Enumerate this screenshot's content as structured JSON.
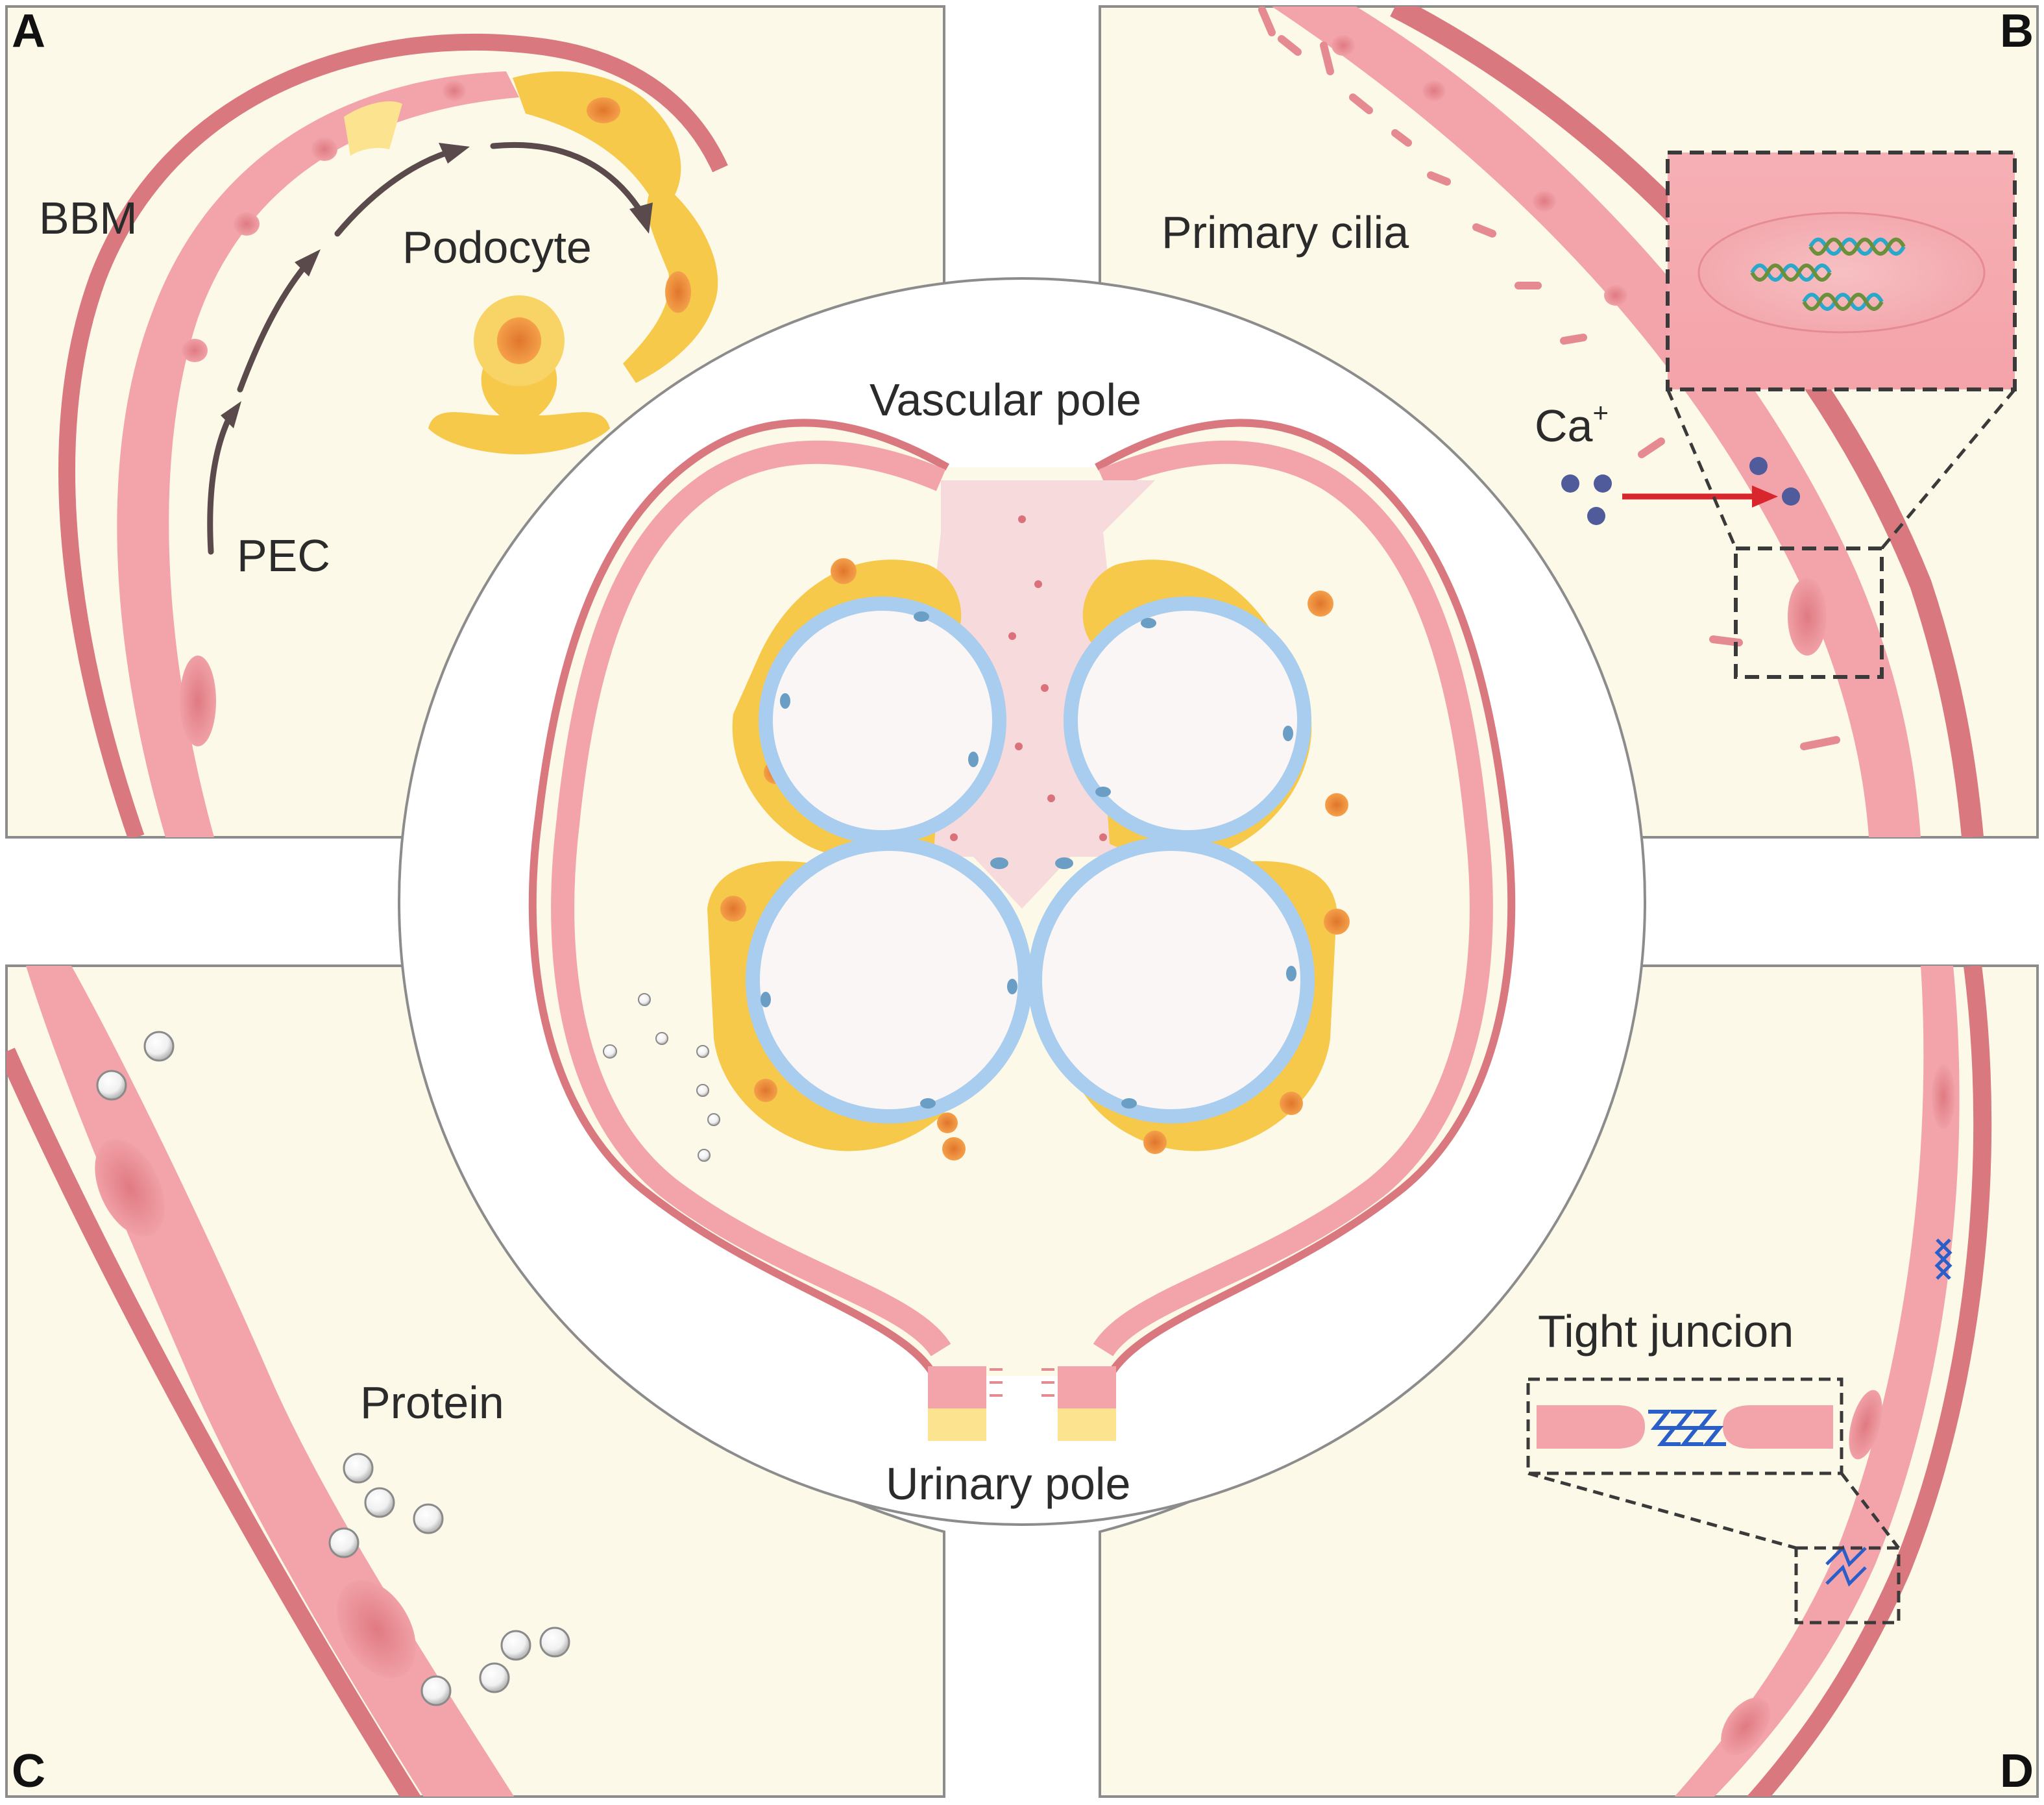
{
  "panels": {
    "a": {
      "letter": "A"
    },
    "b": {
      "letter": "B"
    },
    "c": {
      "letter": "C"
    },
    "d": {
      "letter": "D"
    }
  },
  "labels": {
    "bbm": "BBM",
    "podocyte": "Podocyte",
    "pec": "PEC",
    "primary_cilia": "Primary cilia",
    "calcium": "Ca",
    "calcium_superscript": "+",
    "vascular_pole": "Vascular pole",
    "urinary_pole": "Urinary pole",
    "protein": "Protein",
    "tight_junction": "Tight juncion"
  },
  "colors": {
    "background": "#fdf9e8",
    "membrane": "#d9787e",
    "pec_cell": "#f2a4aa",
    "pec_nucleus": "#d9727a",
    "podocyte": "#f6c94a",
    "podocyte_light": "#fbe38f",
    "podocyte_nucleus": "#e8893a",
    "endothelium": "#a8cdee",
    "capillary_lumen": "#fbf6f6",
    "mesangium": "#f7dadb",
    "arrow": "#5a4a4c",
    "calcium_ion": "#4f5b9a",
    "influx_arrow": "#d9262c",
    "junction": "#2a5fc9",
    "dna_strand": "#2aa8c9",
    "frame": "#8c8c8c"
  }
}
